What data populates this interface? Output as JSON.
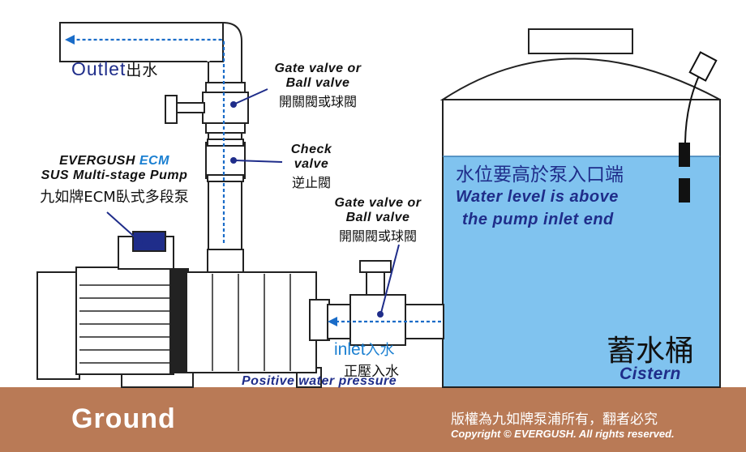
{
  "outlet": {
    "text": "Outlet",
    "cn": "出水"
  },
  "gate_valve_top": {
    "line1": "Gate valve or",
    "line2": "Ball valve",
    "cn": "開關閥或球閥"
  },
  "check_valve": {
    "line1": "Check",
    "line2": "valve",
    "cn": "逆止閥"
  },
  "gate_valve_inlet": {
    "line1": "Gate valve or",
    "line2": "Ball valve",
    "cn": "開關閥或球閥"
  },
  "pump": {
    "brand": "EVERGUSH",
    "brand_suffix": "ECM",
    "line2": "SUS Multi-stage Pump",
    "cn": "九如牌ECM臥式多段泵"
  },
  "tank": {
    "note_cn": "水位要高於泵入口端",
    "note_en1": "Water level is above",
    "note_en2": "the pump inlet end",
    "name_cn": "蓄水桶",
    "name_en": "Cistern"
  },
  "inlet": {
    "text": "inlet",
    "cn": "入水",
    "cn2": "正壓入水",
    "note": "Positive water pressure"
  },
  "ground": {
    "label": "Ground"
  },
  "footer": {
    "cn": "版權為九如牌泵浦所有，翻者必究",
    "en": "Copyright © EVERGUSH. All rights reserved."
  },
  "colors": {
    "water": "#80c3ef",
    "ground": "#b97a56",
    "label_blue": "#1f2d8a",
    "arrow": "#1a6cc8",
    "ecm": "#1a7fd1"
  }
}
